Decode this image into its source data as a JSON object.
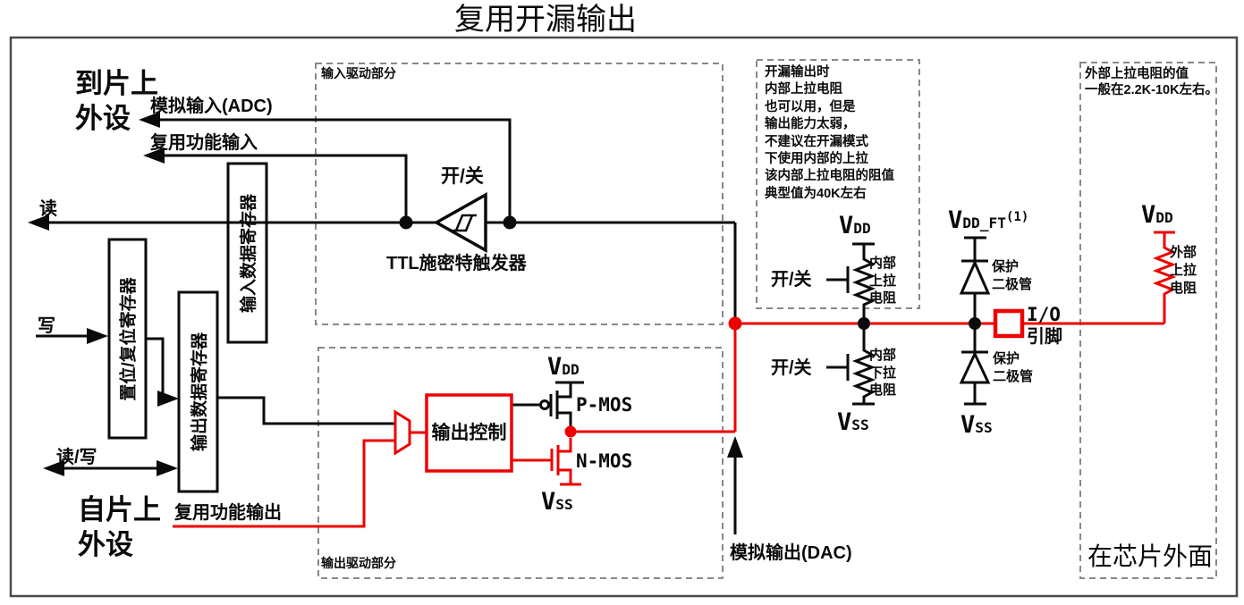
{
  "title": "复用开漏输出",
  "colors": {
    "line": "#0a0a0a",
    "red": "#ee0000",
    "dash": "#888888",
    "frame": "#4a4a4a"
  },
  "left": {
    "to_chip_line1": "到片上",
    "to_chip_line2": "外设",
    "from_chip_line1": "自片上",
    "from_chip_line2": "外设",
    "analog_input": "模拟输入(ADC)",
    "af_input": "复用功能输入",
    "read": "读",
    "write": "写",
    "read_write": "读/写",
    "af_output": "复用功能输出"
  },
  "registers": {
    "set_reset": "置位/复位寄存器",
    "output_data": "输出数据寄存器",
    "input_data": "输入数据寄存器"
  },
  "input_section": {
    "label": "输入驱动部分",
    "onoff": "开/关",
    "schmitt": "TTL施密特触发器"
  },
  "output_section": {
    "label": "输出驱动部分",
    "control": "输出控制",
    "pmos": "P-MOS",
    "nmos": "N-MOS",
    "analog_output": "模拟输出(DAC)"
  },
  "supplies": {
    "v": "V",
    "dd": "DD",
    "ss": "SS",
    "ddft": "DD_FT",
    "ddft_sup": "(1)"
  },
  "pull_network": {
    "onoff": "开/关",
    "note_lines": [
      "开漏输出时",
      "内部上拉电阻",
      "也可以用，但是",
      "输出能力太弱，",
      "不建议在开漏模式",
      "下使用内部的上拉",
      "该内部上拉电阻的阻值",
      "典型值为40K左右"
    ],
    "pullup_lines": [
      "内部",
      "上拉",
      "电阻"
    ],
    "pulldown_lines": [
      "内部",
      "下拉",
      "电阻"
    ]
  },
  "pin": {
    "io": "I/O",
    "pin": "引脚",
    "diode_line1": "保护",
    "diode_line2": "二极管"
  },
  "external": {
    "note_line1": "外部上拉电阻的值",
    "note_line2": "一般在2.2K-10K左右。",
    "pullup_lines": [
      "外部",
      "上拉",
      "电阻"
    ],
    "outside": "在芯片外面"
  }
}
